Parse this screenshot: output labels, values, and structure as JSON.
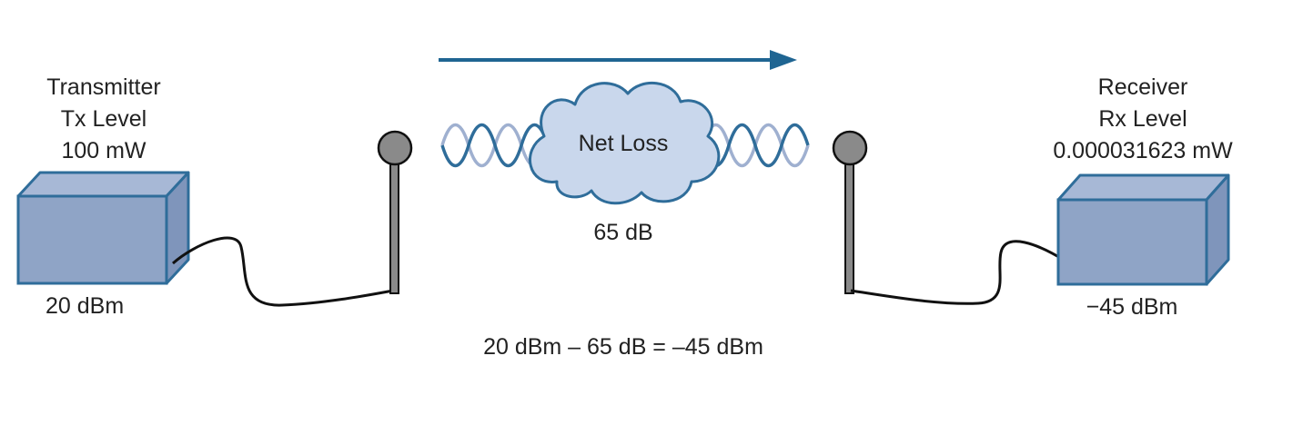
{
  "transmitter": {
    "title": "Transmitter",
    "level_label": "Tx Level",
    "power_mw": "100 mW",
    "power_dbm": "20 dBm"
  },
  "receiver": {
    "title": "Receiver",
    "level_label": "Rx Level",
    "power_mw": "0.000031623 mW",
    "power_dbm": "−45 dBm"
  },
  "path": {
    "cloud_label": "Net Loss",
    "loss_db": "65 dB"
  },
  "equation": "20 dBm – 65 dB = –45 dBm",
  "colors": {
    "box_front": "#8fa4c6",
    "box_top": "#a7b8d6",
    "box_side": "#7f95bb",
    "box_edge": "#2f6d9a",
    "arrow": "#1f6592",
    "wave_dark": "#2f6d9a",
    "wave_light": "#9fb0d0",
    "cloud_fill": "#c9d7ec",
    "cloud_edge": "#2f6d9a",
    "antenna_ball": "#8a8a8a",
    "cable": "#111111"
  }
}
